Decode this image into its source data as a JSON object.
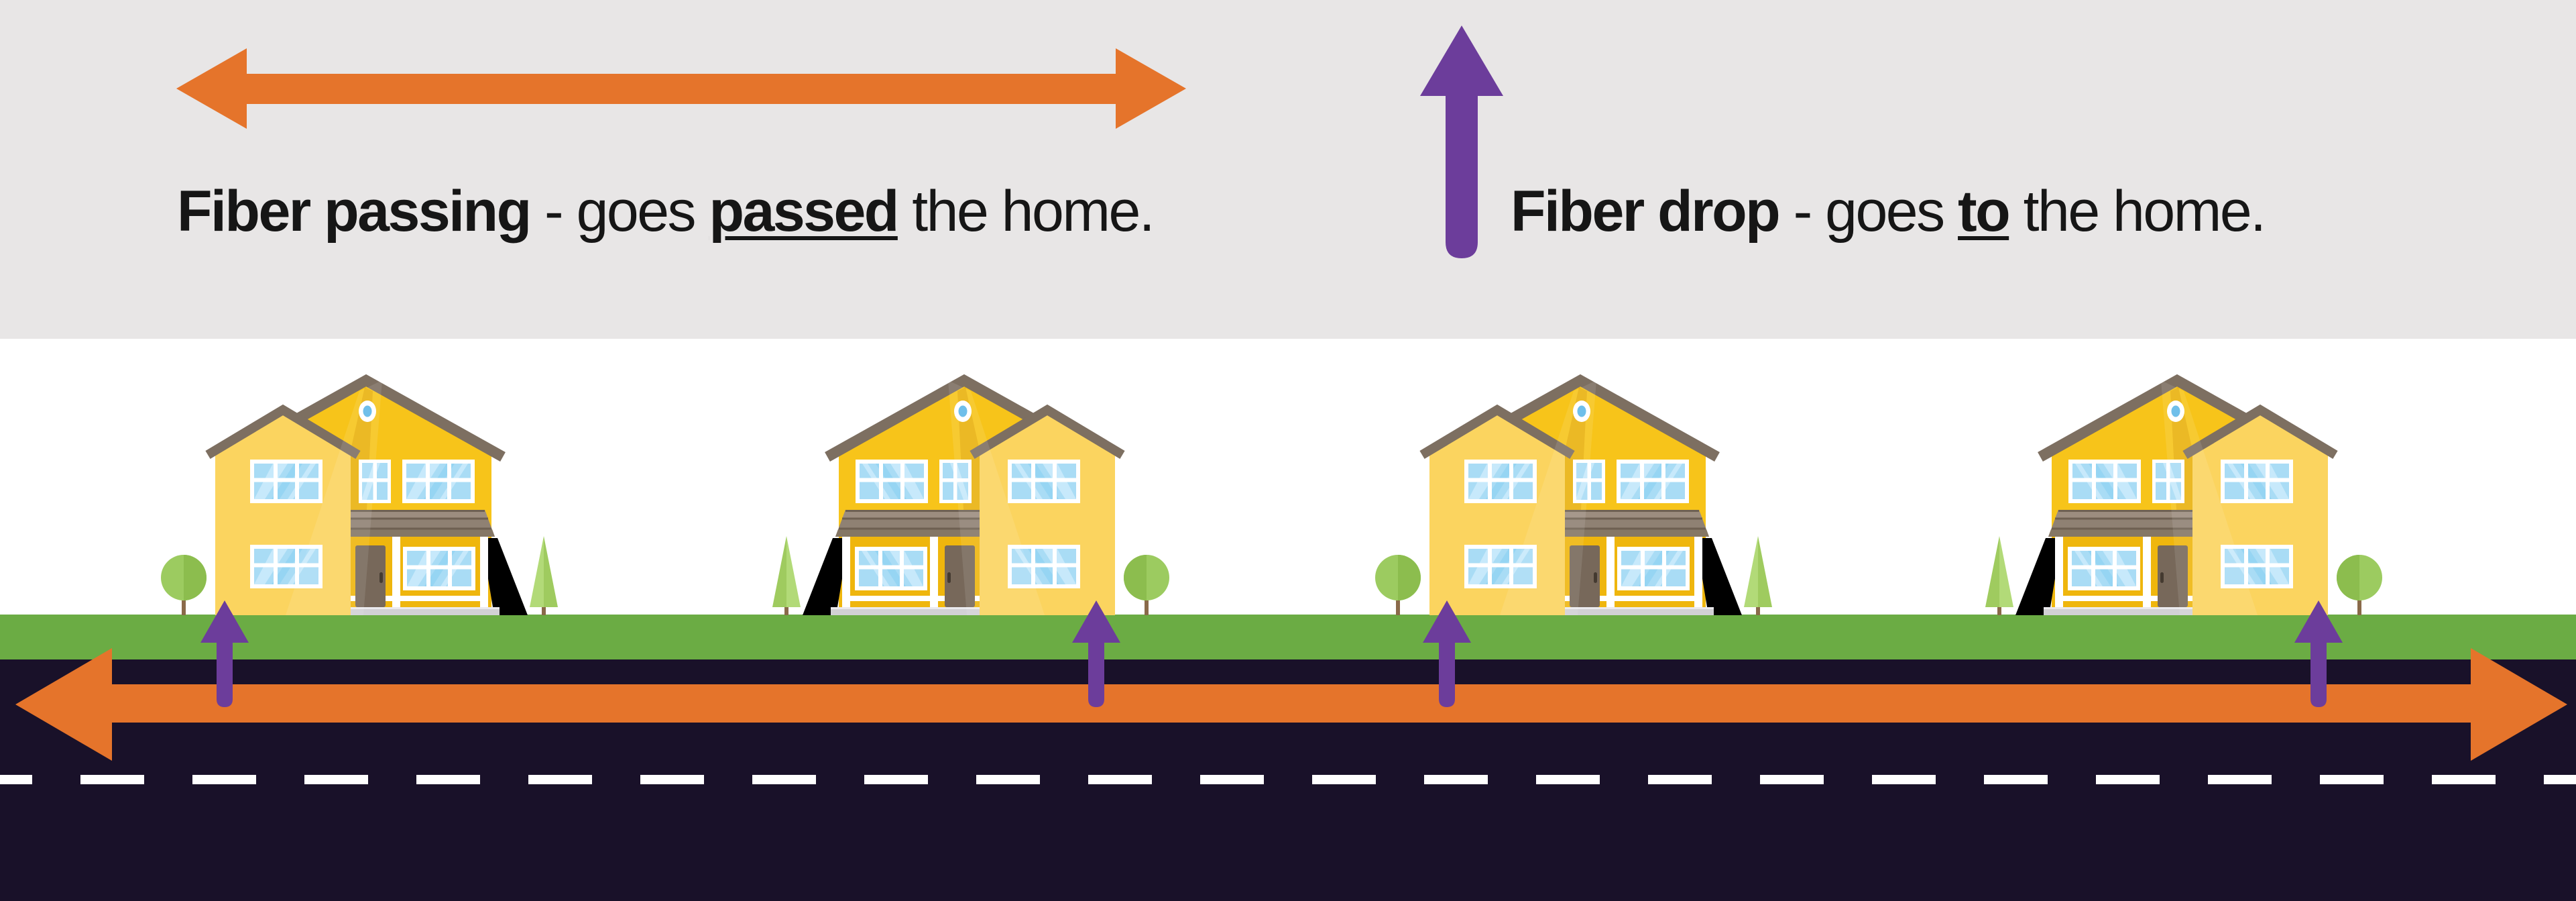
{
  "legend": {
    "passing": {
      "term": "Fiber passing",
      "mid": " - goes ",
      "emphasis": "passed",
      "tail": " the home.",
      "arrow_icon": "double-headed-horizontal-arrow"
    },
    "drop": {
      "term": "Fiber drop",
      "mid": " - goes ",
      "emphasis": "to",
      "tail": " the home.",
      "arrow_icon": "up-arrow"
    }
  },
  "scene": {
    "house_count": 4,
    "fiber_drop_arrow_count": 4,
    "road_marking": "dashed-center-line",
    "road_arrow_icon": "double-headed-horizontal-arrow"
  },
  "palette": {
    "header_bg": "#E8E6E6",
    "arrow_orange": "#E5742B",
    "arrow_purple": "#6C3D9B",
    "grass_green": "#6BAC44",
    "road_navy": "#191129",
    "lane_white": "#FFFFFF",
    "text_black": "#161616",
    "house_gold": "#F7C41A",
    "house_cream": "#FBD45F",
    "roof_brown": "#7D6F61"
  }
}
